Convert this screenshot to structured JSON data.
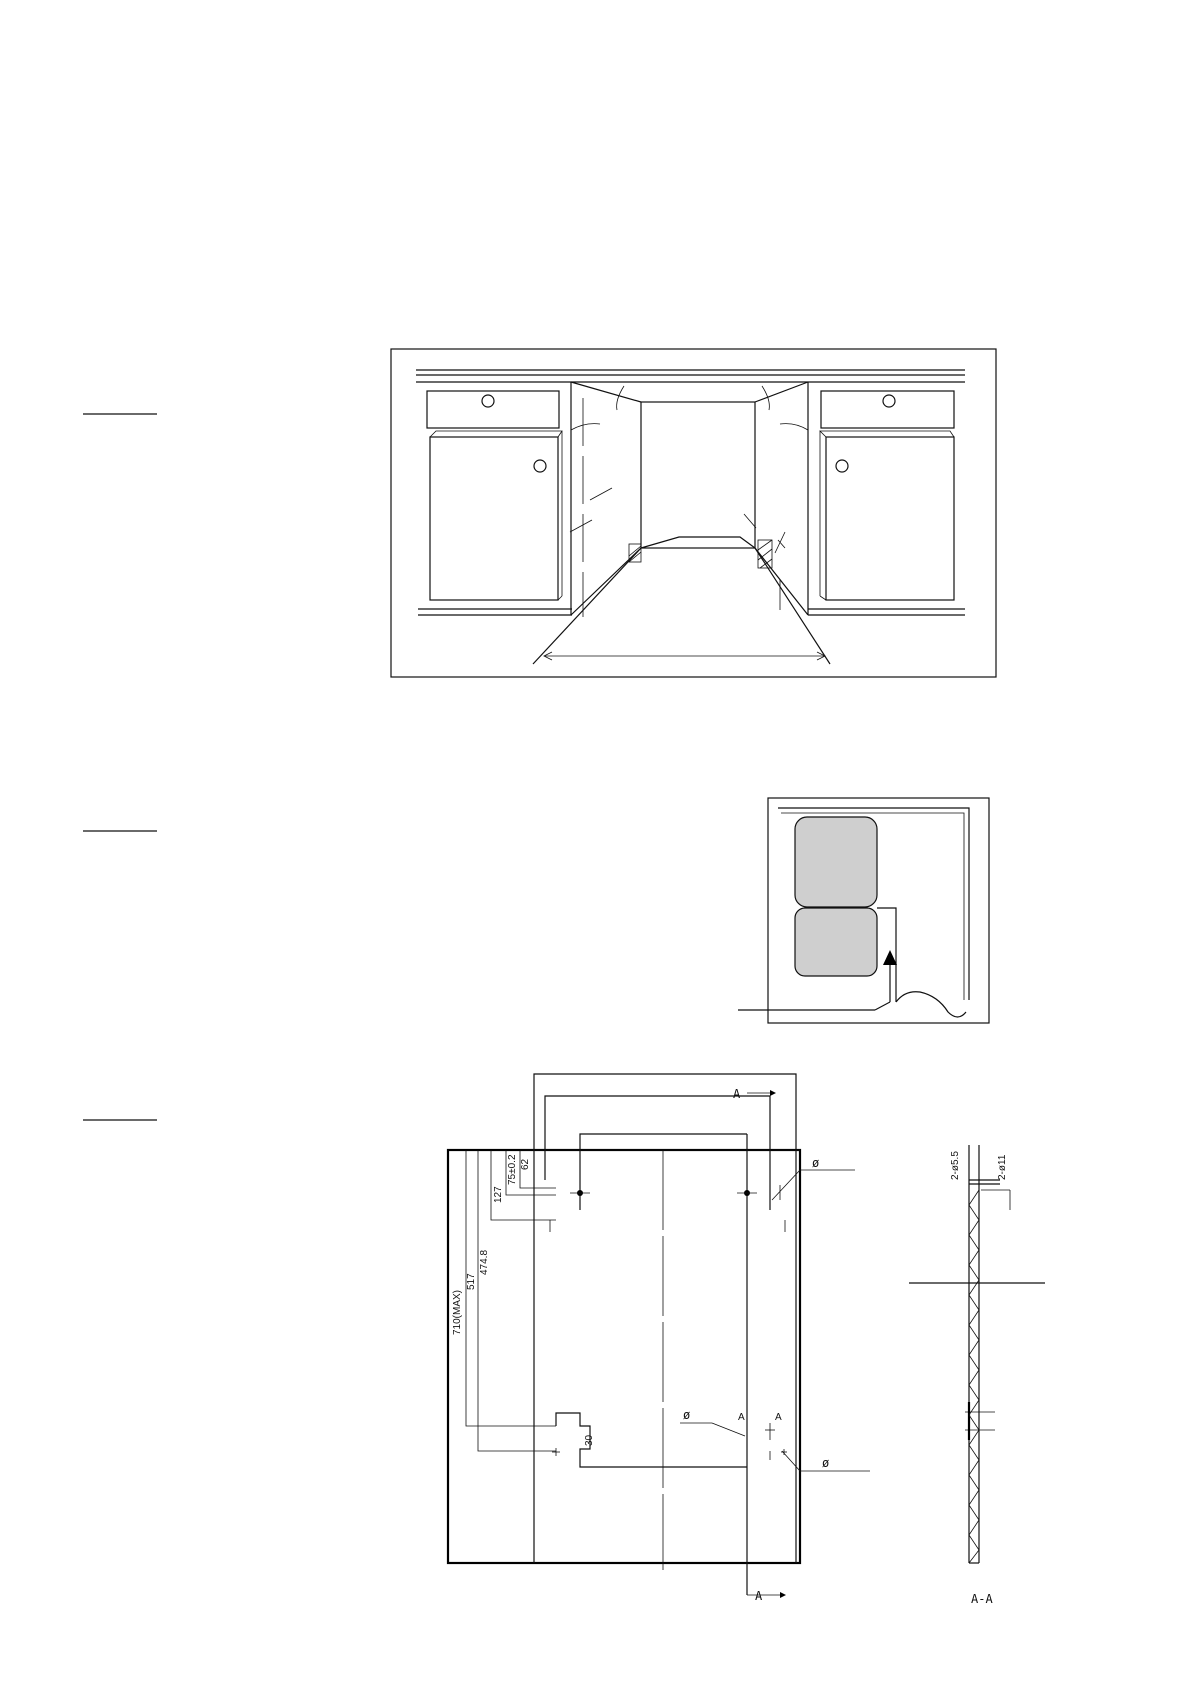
{
  "figure1": {},
  "figure2": {},
  "figure3": {
    "dims": {
      "d710": "710(MAX)",
      "d517": "517",
      "d4748": "474.8",
      "d127": "127",
      "d75": "75±0.2",
      "d62": "62",
      "d30": "30"
    },
    "phi": "ø",
    "section_mark": "A",
    "section_a_top": "A",
    "section_a_bottom": "A",
    "section_a_mid1": "A",
    "section_a_mid2": "A"
  },
  "figure4": {
    "title": "A-A",
    "hole1": "2-ø5.5",
    "hole2": "2-ø11"
  }
}
